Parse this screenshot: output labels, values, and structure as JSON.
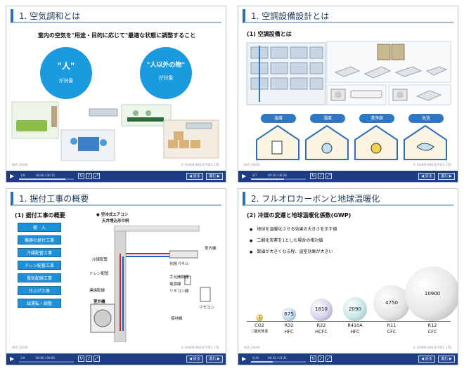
{
  "slides": [
    {
      "title": "1. 空気調和とは",
      "lead": "室内の空気を\"用途・目的に応じて\"最適な状態に調整すること",
      "circle_left_big": "\"人\"",
      "circle_left_small": "が対象",
      "circle_right_big": "\"人以外の物\"",
      "circle_right_small": "が対象",
      "copyright": "© DAIKIN INDUSTRIES, LTD.",
      "footer_left": "NSP_20000",
      "page": "1/9",
      "time": "00:00 / 00:15",
      "progress": 0.85,
      "prev_label": "◀ 戻る",
      "next_label": "進む ▶"
    },
    {
      "title": "1. 空調設備設計とは",
      "sub": "(1) 空調設備とは",
      "pills": [
        "温度",
        "湿度",
        "清浄度",
        "気流"
      ],
      "copyright": "© DAIKIN INDUSTRIES, LTD.",
      "footer_left": "NSP_20000",
      "page": "2/7",
      "time": "00:20 / 00:26",
      "progress": 0.6,
      "prev_label": "◀ 戻る",
      "next_label": "進む ▶"
    },
    {
      "title": "1. 据付工事の概要",
      "sub": "(1) 据付工事の概要",
      "steps": [
        "搬　入",
        "機器の据付工事",
        "冷媒配管工事",
        "ドレン配管工事",
        "電気配線工事",
        "仕上げ工事",
        "試運転・調整"
      ],
      "example_title": "● 空冷式エアコン",
      "example_sub": "天井埋込形の例",
      "labels": {
        "refrigerant": "冷媒配管",
        "drain": "ドレン配管",
        "wiring": "連絡配線",
        "outdoor": "室外機",
        "indoor": "室内機",
        "panel": "化粧パネル",
        "switch": "手元開閉器",
        "breaker": "電源線",
        "remote_line": "リモコン線",
        "remote": "リモコン",
        "ground": "接地線"
      },
      "copyright": "© DAIKIN INDUSTRIES, LTD.",
      "footer_left": "NSP_20000",
      "page": "1/9",
      "time": "00:00 / 00:00",
      "progress": 0.0,
      "prev_label": "◀ 戻る",
      "next_label": "進む ▶"
    },
    {
      "title": "2. フルオロカーボンと地球温暖化",
      "sub": "(2) 冷媒の変遷と地球温暖化係数(GWP)",
      "bullets": [
        "地球を温暖化させる効果の大きさを示す値",
        "二酸化炭素を1とした場合の相対値",
        "数値が大きくなる程、温室効果が大きい"
      ],
      "copyright": "© DAIKIN INDUSTRIES, LTD.",
      "footer_left": "NSP_20000",
      "page": "5/10",
      "time": "00:33 / 01:21",
      "progress": 0.4,
      "prev_label": "◀ 戻る",
      "next_label": "進む ▶"
    }
  ],
  "chart_data": {
    "type": "scatter",
    "title": "",
    "categories": [
      "CO2",
      "R32",
      "R22",
      "R410A",
      "R11",
      "R12"
    ],
    "subcategories": [
      "二酸化炭素",
      "HFC",
      "HCFC",
      "HFC",
      "CFC",
      "CFC"
    ],
    "values": [
      1,
      675,
      1810,
      2090,
      4750,
      10900
    ],
    "xlabel": "",
    "ylabel": ""
  }
}
